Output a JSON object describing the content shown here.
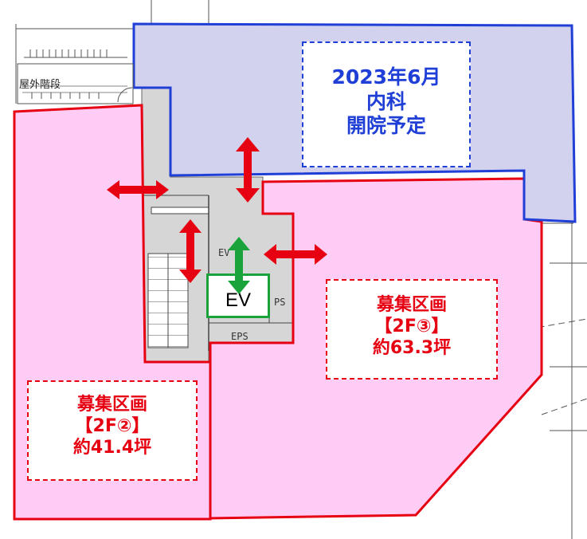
{
  "clinic": {
    "line1": "2023年6月",
    "line2": "内科",
    "line3": "開院予定"
  },
  "unit3": {
    "name": "募集区画",
    "code": "【2F③】",
    "area": "約63.3坪"
  },
  "unit2": {
    "name": "募集区画",
    "code": "【2F②】",
    "area": "約41.4坪"
  },
  "labels": {
    "stairs": "屋外階段",
    "ev": "EV",
    "ev_small": "EV",
    "ps": "PS",
    "eps": "EPS"
  },
  "colors": {
    "unit_fill": "#ffccf5",
    "unit_border": "#e60012",
    "clinic_fill": "#d2d2ee",
    "clinic_border": "#1f3fd6",
    "core_fill": "#d6d6d6",
    "arrow_red": "#e60012",
    "arrow_green": "#1aa33a"
  }
}
